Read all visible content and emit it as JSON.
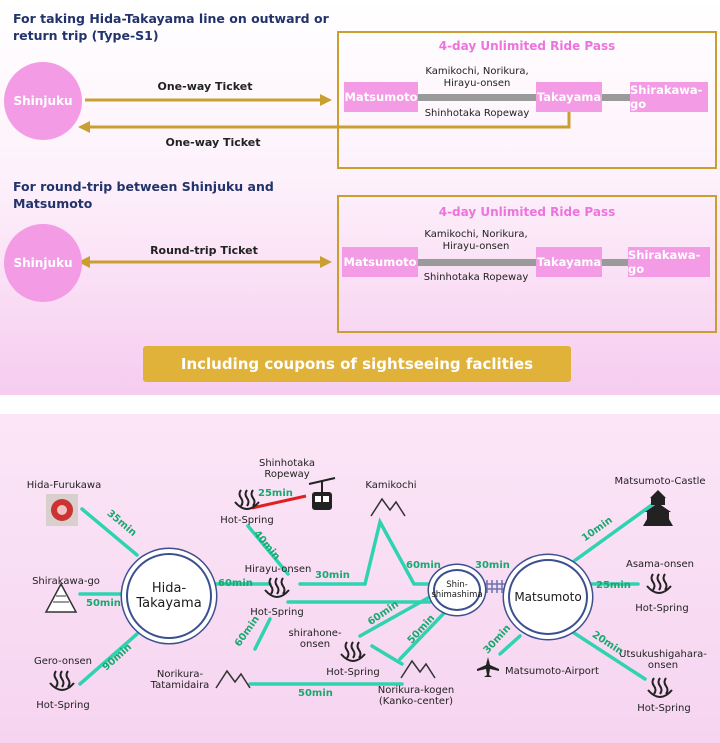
{
  "section1": {
    "heading": "For taking Hida-Takayama line on outward or\nreturn trip (Type-S1)",
    "origin": "Shinjuku",
    "outward_ticket": "One-way Ticket",
    "return_ticket": "One-way Ticket",
    "pass_title": "4-day Unlimited Ride Pass",
    "stations": [
      "Matsumoto",
      "Takayama",
      "Shirakawa-go"
    ],
    "via_top": "Kamikochi, Norikura,\nHirayu-onsen",
    "via_bottom": "Shinhotaka Ropeway"
  },
  "section2": {
    "heading": "For round-trip between Shinjuku and\nMatsumoto",
    "origin": "Shinjuku",
    "ticket": "Round-trip Ticket",
    "pass_title": "4-day Unlimited Ride Pass",
    "stations": [
      "Matsumoto",
      "Takayama",
      "Shirakawa-go"
    ],
    "via_top": "Kamikochi, Norikura,\nHirayu-onsen",
    "via_bottom": "Shinhotaka Ropeway"
  },
  "coupons_label": "Including coupons of sightseeing faclities",
  "map": {
    "hub_takayama": "Hida-\nTakayama",
    "hub_shinshimashima": "Shin-\nshimashima",
    "hub_matsumoto": "Matsumoto",
    "places": {
      "hida_furukawa": "Hida-Furukawa",
      "shirakawa_go": "Shirakawa-go",
      "gero_onsen": "Gero-onsen",
      "gero_hot_spring": "Hot-Spring",
      "shinhotaka_ropeway": "Shinhotaka\nRopeway",
      "ropeway_hot_spring": "Hot-Spring",
      "kamikochi": "Kamikochi",
      "hirayu_onsen": "Hirayu-onsen",
      "hirayu_hot_spring": "Hot-Spring",
      "shirahone_onsen": "shirahone-\nonsen",
      "shirahone_hot_spring": "Hot-Spring",
      "norikura_tatamidaira": "Norikura-\nTatamidaira",
      "norikura_kogen": "Norikura-kogen\n(Kanko-center)",
      "matsumoto_castle": "Matsumoto-Castle",
      "asama_onsen": "Asama-onsen",
      "asama_hot_spring": "Hot-Spring",
      "utsukushigahara_onsen": "Utsukushigahara-\nonsen",
      "utsukushigahara_hot_spring": "Hot-Spring",
      "matsumoto_airport": "Matsumoto-Airport"
    },
    "times": {
      "furukawa": "35min",
      "shirakawa": "50min",
      "gero": "90min",
      "ropeway": "25min",
      "ropeway_hirayu": "40min",
      "takayama_hirayu": "60min",
      "hirayu_kamikochi": "30min",
      "kamikochi_shin": "60min",
      "shin_matsumoto": "30min",
      "hirayu_tatamidaira": "60min",
      "shirahone_shin": "60min",
      "kogen_shin": "50min",
      "tatamidaira_kogen": "50min",
      "castle": "10min",
      "asama": "25min",
      "utsukushigahara": "20min",
      "airport": "30min"
    }
  },
  "colors": {
    "pink": "#f39be4",
    "gold": "#c9a030",
    "teal": "#2fd3b0",
    "navy": "#3c4f8f",
    "red": "#e02020"
  }
}
